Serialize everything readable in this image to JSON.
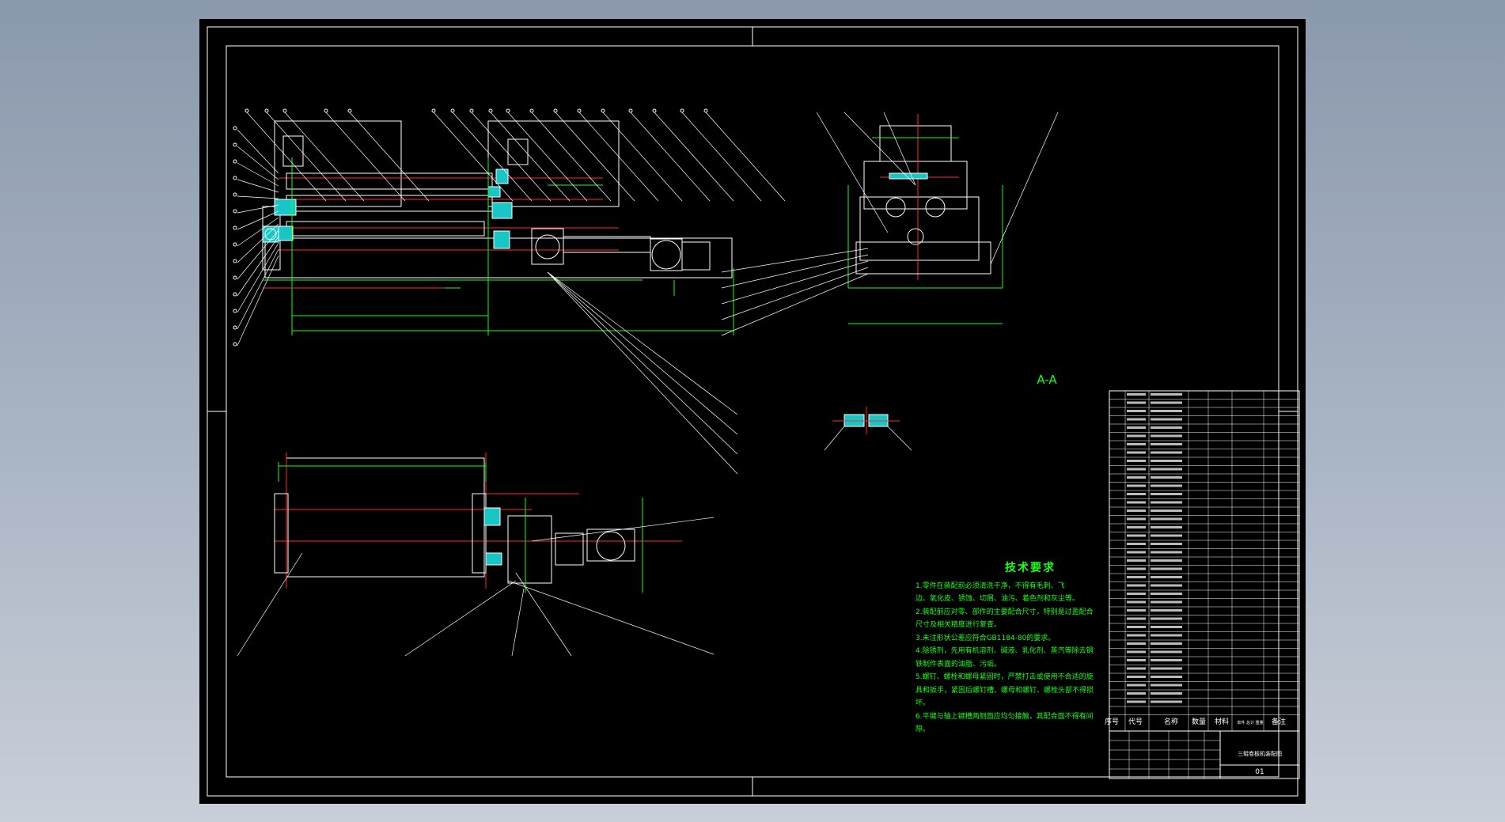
{
  "section_label": "A-A",
  "technical_requirements": {
    "title": "技术要求",
    "lines": [
      "1.零件在装配前必须清洗干净，不得有毛刺、飞",
      "边、氧化皮、锈蚀、切屑、油污、着色剂和灰尘等。",
      "2.装配前应对零、部件的主要配合尺寸，特别是过盈配合",
      "尺寸及相关精度进行复查。",
      "3.未注形状公差应符合GB1184-80的要求。",
      "4.除锈剂，先用有机溶剂、碱液、乳化剂、蒸汽等除去钢",
      "铁制件表面的油脂、污垢。",
      "5.螺钉、螺栓和螺母紧固时，严禁打击或使用不合适的旋",
      "具和扳手，紧固后螺钉槽、螺母和螺钉、螺栓头部不得损",
      "坏。",
      "6.平键与轴上键槽两侧面应均匀接触，其配合面不得有间",
      "隙。"
    ]
  },
  "bom_header": [
    "序号",
    "代号",
    "名称",
    "数量",
    "材料",
    "单件 总计 重量",
    "备注"
  ],
  "title_block": {
    "drawing_title": "三辊卷板机装配图",
    "drawing_number": "01"
  },
  "colors": {
    "paper": "#000000",
    "frame": "#ffffff",
    "dimension": "#19ff19",
    "centerline": "#ff2a2a",
    "section_fill": "#19c6c6",
    "leader": "#ffffff",
    "background": "#9aa6b8"
  }
}
